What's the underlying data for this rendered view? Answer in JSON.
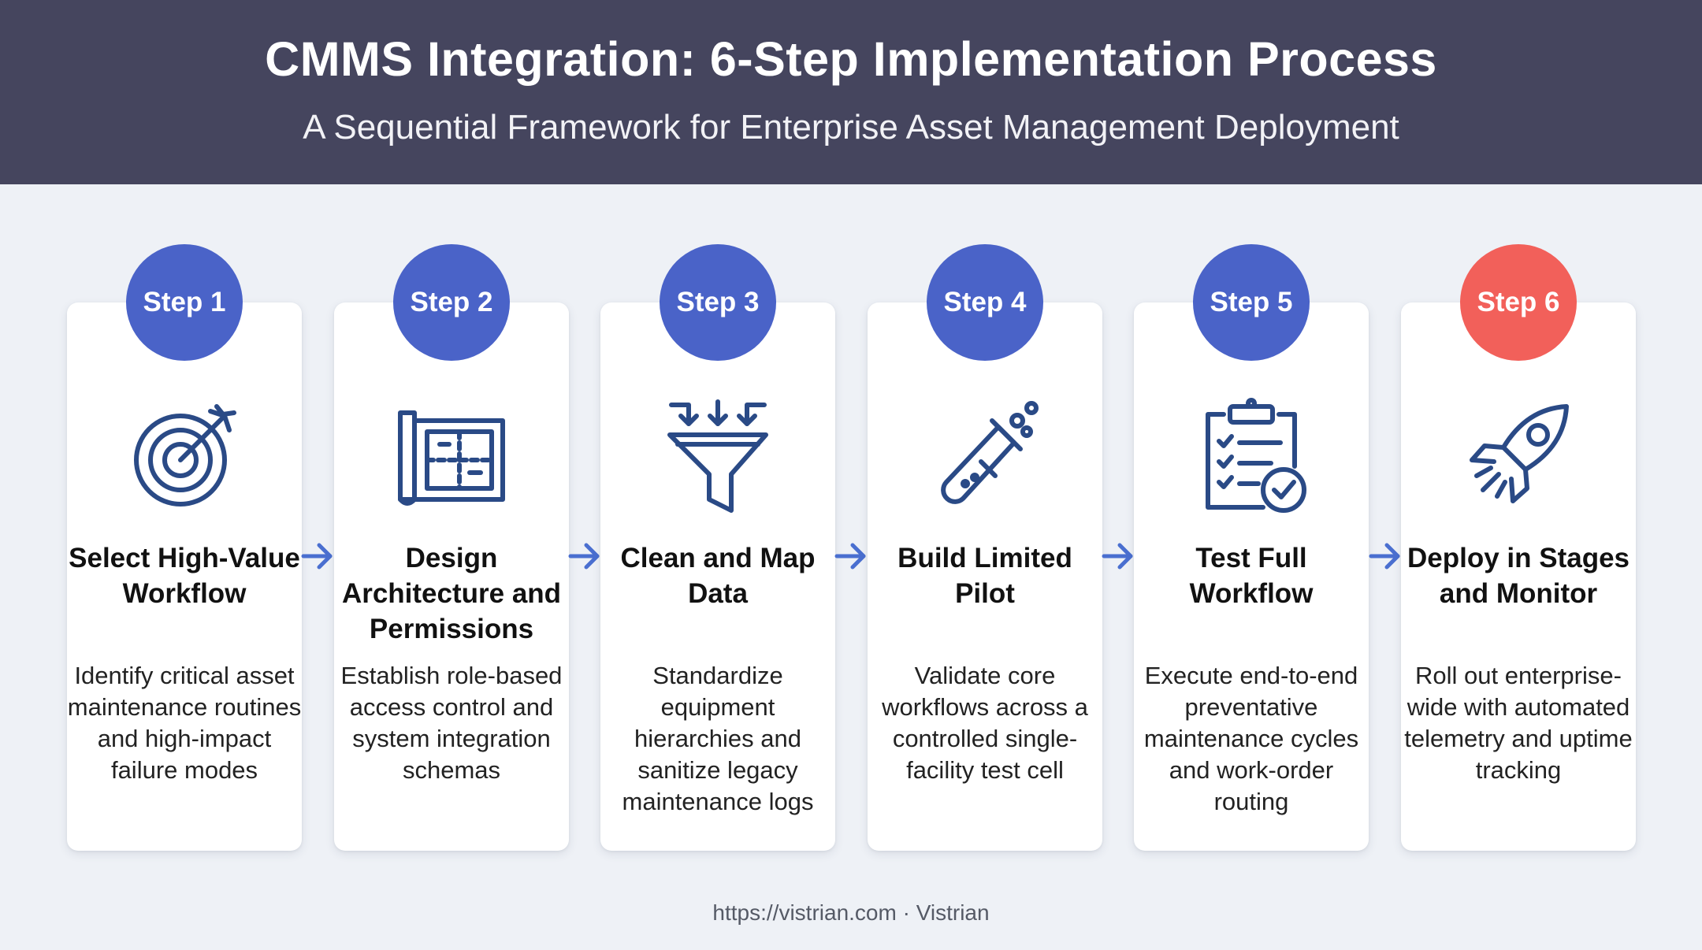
{
  "header": {
    "title": "CMMS Integration: 6-Step Implementation Process",
    "subtitle": "A Sequential Framework for Enterprise Asset Management Deployment"
  },
  "colors": {
    "header_bg": "#45455e",
    "step_blue": "#4a63c8",
    "step_final": "#f2605a",
    "icon_stroke": "#2a4a86",
    "arrow": "#4a6fd0"
  },
  "steps": [
    {
      "badge": "Step 1",
      "icon": "target-icon",
      "title": "Select High-Value Workflow",
      "description": "Identify critical asset maintenance routines and high-impact failure modes"
    },
    {
      "badge": "Step 2",
      "icon": "blueprint-icon",
      "title": "Design Architecture and Permissions",
      "description": "Establish role-based access control and system integration schemas"
    },
    {
      "badge": "Step 3",
      "icon": "funnel-icon",
      "title": "Clean and Map Data",
      "description": "Standardize equipment hierarchies and sanitize legacy maintenance logs"
    },
    {
      "badge": "Step 4",
      "icon": "test-tube-icon",
      "title": "Build Limited Pilot",
      "description": "Validate core workflows across a controlled single-facility test cell"
    },
    {
      "badge": "Step 5",
      "icon": "checklist-icon",
      "title": "Test Full Workflow",
      "description": "Execute end-to-end preventative maintenance cycles and work-order routing"
    },
    {
      "badge": "Step 6",
      "icon": "rocket-icon",
      "title": "Deploy in Stages and Monitor",
      "description": "Roll out enterprise-wide with automated telemetry and uptime tracking"
    }
  ],
  "footer": {
    "text": "https://vistrian.com · Vistrian"
  }
}
